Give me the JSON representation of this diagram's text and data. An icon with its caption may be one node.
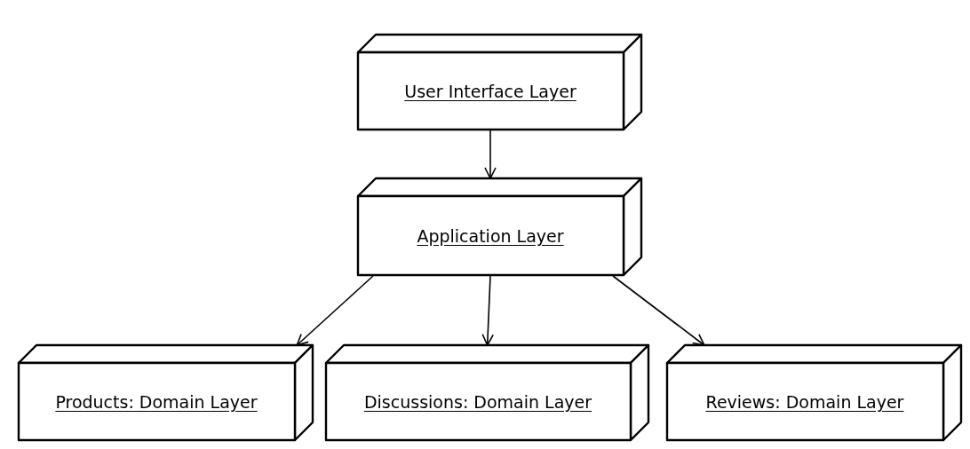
{
  "diagram": {
    "nodes": [
      {
        "text": [
          "User Interface Layer"
        ]
      },
      {
        "text": [
          "Application Layer"
        ]
      },
      {
        "text": [
          "Products: Domain Layer"
        ]
      },
      {
        "text": [
          "Discussions: Domain Layer"
        ]
      },
      {
        "text": [
          "Reviews: Domain Layer"
        ]
      }
    ],
    "edges": [
      {
        "from": 0,
        "to": 1,
        "arrow": "to"
      },
      {
        "from": 1,
        "to": 2,
        "arrow": "to"
      },
      {
        "from": 1,
        "to": 3,
        "arrow": "to"
      },
      {
        "from": 1,
        "to": 4,
        "arrow": "to"
      }
    ]
  }
}
